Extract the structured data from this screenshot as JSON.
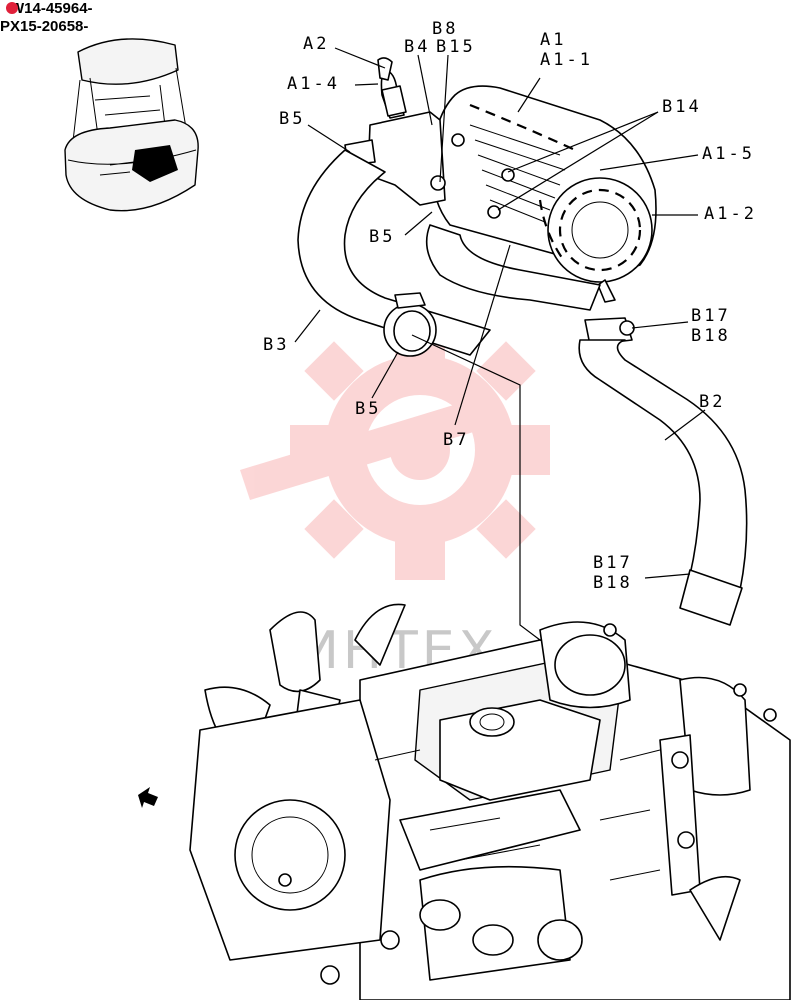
{
  "serials": {
    "line1": "W14-45964-",
    "line2": "PX15-20658-"
  },
  "watermark": {
    "text": "ИНТЕХ",
    "color": "#f04848"
  },
  "labels": {
    "a2": "A2",
    "a1_4": "A1-4",
    "b8": "B8",
    "b4": "B4",
    "b15": "B15",
    "a1": "A1",
    "a1_1": "A1-1",
    "b14": "B14",
    "a1_5": "A1-5",
    "a1_2": "A1-2",
    "b5_top": "B5",
    "b5_mid": "B5",
    "b5_bottom": "B5",
    "b3": "B3",
    "b7": "B7",
    "b17_upper": "B17",
    "b18_upper": "B18",
    "b2": "B2",
    "b17_lower": "B17",
    "b18_lower": "B18"
  }
}
